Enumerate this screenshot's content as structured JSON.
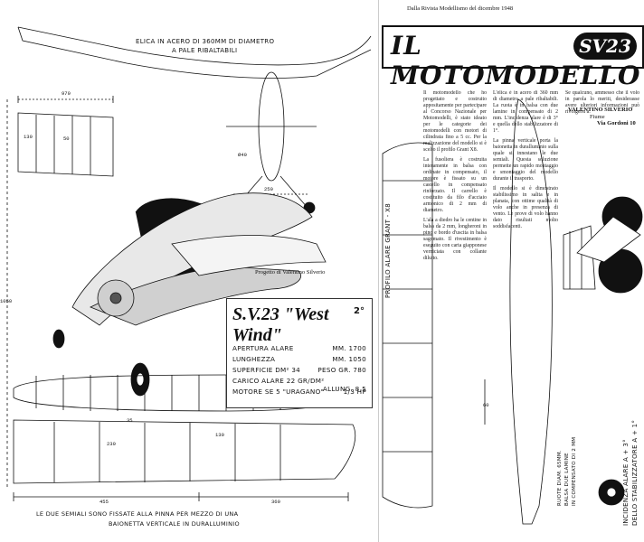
{
  "header": {
    "source_note": "Dalla Rivista Modellismo del dicembre 1948"
  },
  "left_page": {
    "propeller_note_1": "ELICA IN ACERO DI 360mm DI DIAMETRO",
    "propeller_note_2": "A PALE RIBALTABILI",
    "dim_970": "970",
    "dim_130_top": "130",
    "dim_50": "50",
    "dim_250": "250",
    "dim_o40": "Ø40",
    "dim_1050_vert": "1050",
    "dim_455": "455",
    "dim_360": "360",
    "dim_230": "230",
    "dim_130_bottom": "130",
    "dim_35": "35",
    "designer_credit": "Progetto di Valentino Silverio",
    "bottom_note_1": "LE DUE SEMIALI SONO FISSATE ALLA PINNA PER MEZZO DI UNA",
    "bottom_note_2": "BAIONETTA VERTICALE IN DURALLUMINIO",
    "specs": {
      "model_name": "S.V.23 \"West Wind\"",
      "prize": "2°",
      "rows": [
        {
          "label": "APERTURA ALARE",
          "value": "mm. 1700"
        },
        {
          "label": "LUNGHEZZA",
          "value": "mm. 1050"
        },
        {
          "label": "SUPERFICIE dm² 34",
          "value": "PESO gr. 780"
        },
        {
          "label": "CARICO ALARE 22 gr/dm²",
          "value": "ALLUNG. 8,5"
        },
        {
          "label": "MOTORE SE 5 \"URAGANO\"",
          "value": "1/3 HP"
        }
      ]
    }
  },
  "right_page": {
    "banner_title": "IL MOTOMODELLO",
    "banner_sv": "SV23",
    "profile_label": "PROFILO ALARE GRANT - X8",
    "wheel_label_1": "RUOTE DIAM. 65mm.",
    "wheel_label_2": "BALSA DUE LAMINE",
    "wheel_label_3": "IN COMPENSATO DI 2 mm",
    "incidence_label_1": "INCIDENZA ALARE A + 3°",
    "incidence_label_2": "DELLO STABILIZZATORE A + 1°",
    "dim_60": "60",
    "author_name": "VALENTINO SILVERIO",
    "author_city": "Fiume",
    "author_street": "Via Gordoni 10",
    "article_col1": [
      "Il motomodello che ho progettato e costruito appositamente per partecipare al Concorso Nazionale per Motomodelli, è stato ideato per le categorie dei motomodelli con motori di cilindrata fino a 5 cc. Per la realizzazione del modello si è scelto il profilo Grant X8.",
      "La fusoliera è costruita interamente in balsa con ordinate in compensato, il motore è fissato su un castello in compensato rinforzato. Il carrello è costituito da filo d'acciaio armonico di 2 mm di diametro.",
      "L'ala a diedro ha le centine in balsa da 2 mm, longheroni in pino e bordo d'uscita in balsa sagomato. Il rivestimento è eseguito con carta giapponese verniciata con collante diluito."
    ],
    "article_col2": [
      "L'elica è in acero di 360 mm di diametro a pale ribaltabili. La ruota è in balsa con due lamine in compensato di 2 mm. L'incidenza alare è di 3° e quella dello stabilizzatore di 1°.",
      "La pinna verticale porta la baionetta in duralluminio sulla quale si innestano le due semiali. Questa soluzione permette un rapido montaggio e smontaggio del modello durante il trasporto.",
      "Il modello si è dimostrato stabilissimo in salita e in planata, con ottime qualità di volo anche in presenza di vento. Le prove di volo hanno dato risultati molto soddisfacenti."
    ],
    "article_col3": [
      "Se qualcuno, ammesso che il volo in parola lo meriti, desiderasse avere ulteriori informazioni può rivolgersi a:"
    ]
  }
}
